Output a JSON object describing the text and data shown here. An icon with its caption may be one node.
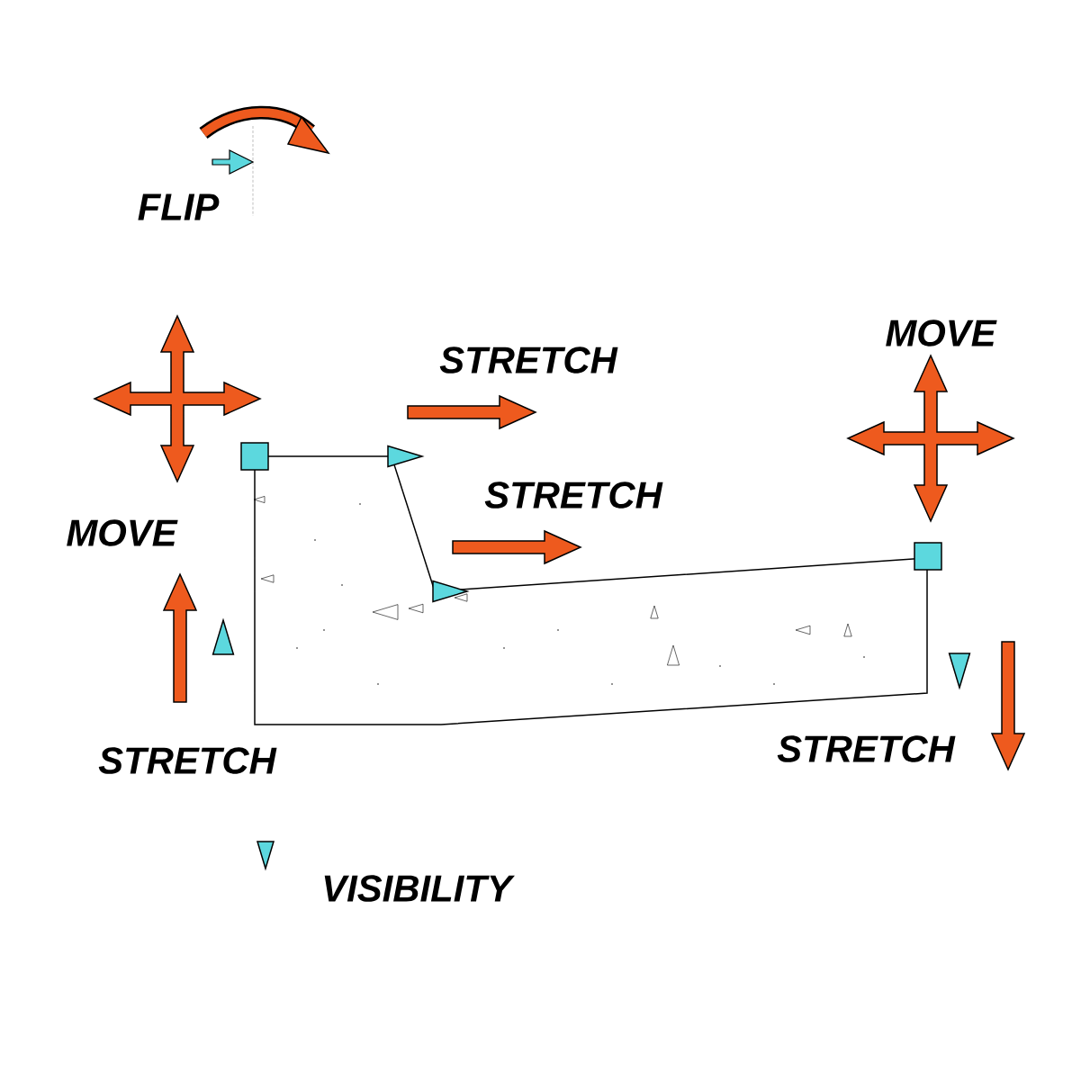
{
  "diagram": {
    "labels": [
      "FLIP",
      "MOVE",
      "STRETCH",
      "STRETCH",
      "MOVE",
      "STRETCH",
      "STRETCH",
      "VISIBILITY"
    ]
  }
}
